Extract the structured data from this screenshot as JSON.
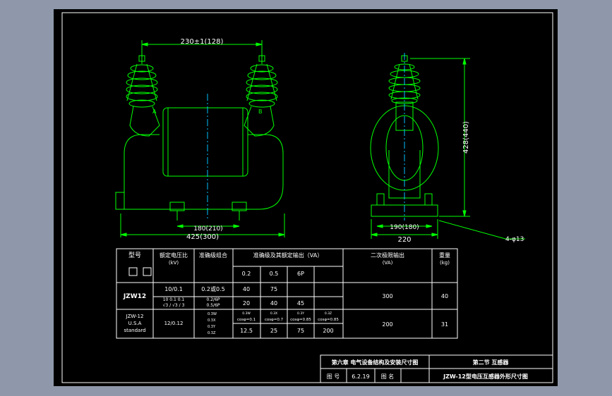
{
  "front_view": {
    "dim_top": "230±1(128)",
    "dim_mid": "180(210)",
    "dim_bottom": "425(300)",
    "label_a": "A",
    "label_b": "B"
  },
  "side_view": {
    "dim_height": "428(440)",
    "dim_inner": "190(180)",
    "dim_base": "220",
    "hole_note": "4-φ13"
  },
  "spec_table": {
    "headers": {
      "model": "型号",
      "voltage_ratio": "额定电压比",
      "voltage_unit": "(kV)",
      "accuracy": "准确级组合",
      "rated_output": "准确级及其额定输出（VA）",
      "limit_output": "二次极限输出",
      "limit_unit": "(VA)",
      "weight": "重量",
      "weight_unit": "(kg)"
    },
    "classes": [
      "0.2",
      "0.5",
      "6P"
    ],
    "row1": {
      "model": "JZW12",
      "ratio": "10/0.1",
      "ratio_sub": "10  0.1  0.1",
      "ratio_sub2": "√3 / √3 / 3",
      "acc1": "0.2或0.5",
      "acc2": "0.2/6P",
      "acc3": "0.5/6P",
      "out_a": [
        "40",
        "75",
        ""
      ],
      "out_b": [
        "20",
        "40",
        "45"
      ],
      "limit": "300",
      "weight": "40"
    },
    "row2": {
      "model1": "JZW-12",
      "model2": "U.S.A",
      "model3": "standard",
      "ratio": "12/0.12",
      "acc": [
        "0.3W",
        "0.3X",
        "0.3Y",
        "0.3Z"
      ],
      "cos_heads": [
        "cosφ=0.1",
        "cosφ=0.7",
        "cosφ=0.85",
        "cosφ=0.85"
      ],
      "cos_small": [
        "0.3W",
        "0.3X",
        "0.3Y",
        "0.3Z"
      ],
      "values": [
        "12.5",
        "25",
        "75",
        "200"
      ],
      "limit": "200",
      "weight": "31"
    }
  },
  "title_block": {
    "chapter": "第六章  电气设备结构及安装尺寸图",
    "section": "第二节  互感器",
    "fig_no_label": "图  号",
    "fig_no": "6.2.19",
    "fig_name_label": "图  名",
    "fig_name": "JZW-12型电压互感器外形尺寸图"
  },
  "colors": {
    "background": "#000000",
    "frame": "#8e98aa",
    "drawing_green": "#00ff00",
    "text_white": "#ffffff",
    "center_line": "#00bfff"
  }
}
